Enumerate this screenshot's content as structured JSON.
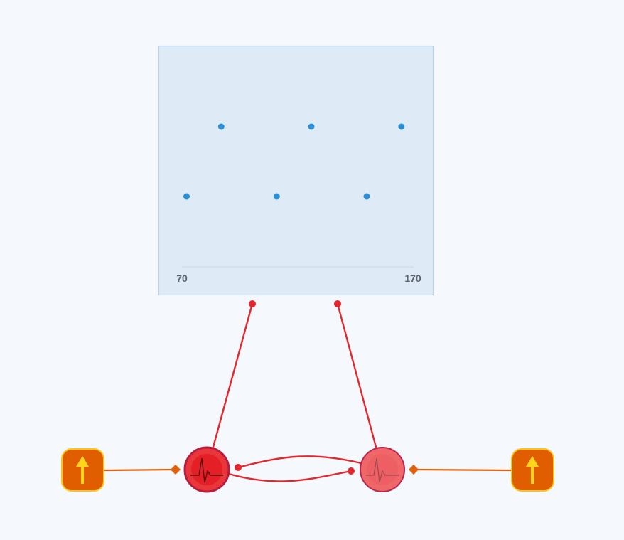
{
  "colors": {
    "panel_bg": "#deeaf6",
    "dot": "#2a8fd4",
    "wire": "#e2282e",
    "pulse_node_active": "#e41f25",
    "pulse_node_light": "#ef6768",
    "input_node": "#e05d00",
    "input_node_border": "#f7c81a",
    "arrow": "#ffd51e",
    "connector_orange": "#e0620e"
  },
  "chart_data": {
    "type": "scatter",
    "x_ticks": [
      "70",
      "170"
    ],
    "xlim": [
      70,
      170
    ],
    "ylim": [
      0,
      1
    ],
    "grid": false,
    "points": [
      {
        "x": 72,
        "y": 0.5
      },
      {
        "x": 87,
        "y": 1
      },
      {
        "x": 111,
        "y": 0.5
      },
      {
        "x": 126,
        "y": 1
      },
      {
        "x": 150,
        "y": 0.5
      },
      {
        "x": 165,
        "y": 1
      }
    ]
  },
  "nodes": {
    "input_left": {
      "icon": "arrow-up-icon"
    },
    "input_right": {
      "icon": "arrow-up-icon"
    },
    "pulse_left": {
      "icon": "heartbeat-icon",
      "state": "active"
    },
    "pulse_right": {
      "icon": "heartbeat-icon",
      "state": "light"
    }
  }
}
